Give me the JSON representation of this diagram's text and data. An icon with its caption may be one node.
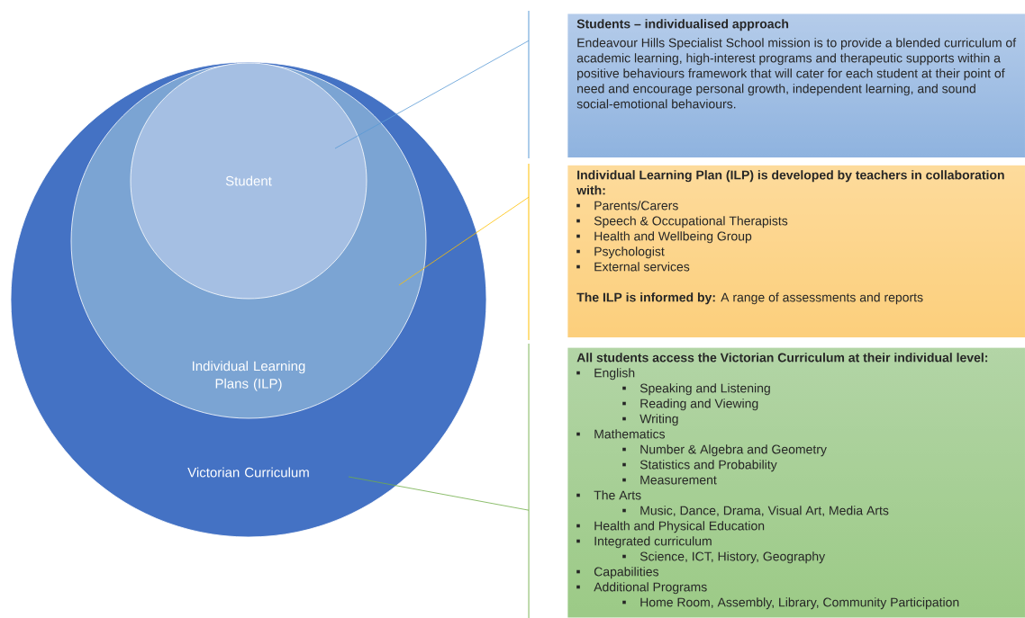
{
  "diagram": {
    "nodes": [
      {
        "text": [
          "Victorian Curriculum"
        ]
      },
      {
        "text": [
          "Individual Learning Plans (ILP)"
        ],
        "in": 0
      },
      {
        "text": [
          "Student"
        ],
        "in": 1
      },
      {
        "text": [
          "Students – individualised approach",
          "Endeavour Hills Specialist School mission is to provide a blended curriculum of academic learning, high-interest programs and therapeutic supports within a positive behaviours framework that will cater for each student at their point of need and encourage personal growth, independent learning, and sound social-emotional behaviours."
        ]
      },
      {
        "text": [
          "Individual Learning Plan (ILP) is developed by teachers in collaboration with:",
          "Parents/Carers",
          "Speech & Occupational Therapists",
          "Health and Wellbeing Group",
          "Psychologist",
          "External services",
          "**The ILP is informed by:** A range of assessments and reports"
        ]
      },
      {
        "text": [
          "All students access the Victorian Curriculum at their individual level:",
          "English",
          "Speaking and Listening",
          "Reading and Viewing",
          "Writing",
          "Mathematics",
          "Number & Algebra and Geometry",
          "Statistics and Probability",
          "Measurement",
          "The Arts",
          "Music, Dance, Drama, Visual Art, Media Arts",
          "Health and Physical Education",
          "Integrated curriculum",
          "Science, ICT, History, Geography",
          "Capabilities",
          "Additional Programs",
          "Home Room, Assembly, Library, Community Participation"
        ]
      }
    ],
    "edges": [
      {
        "from": 2,
        "to": 3,
        "arrow": "none",
        "color": "#5b9bd5"
      },
      {
        "from": 1,
        "to": 4,
        "arrow": "none",
        "color": "#ffc000"
      },
      {
        "from": 0,
        "to": 5,
        "arrow": "none",
        "color": "#70ad47"
      }
    ]
  }
}
